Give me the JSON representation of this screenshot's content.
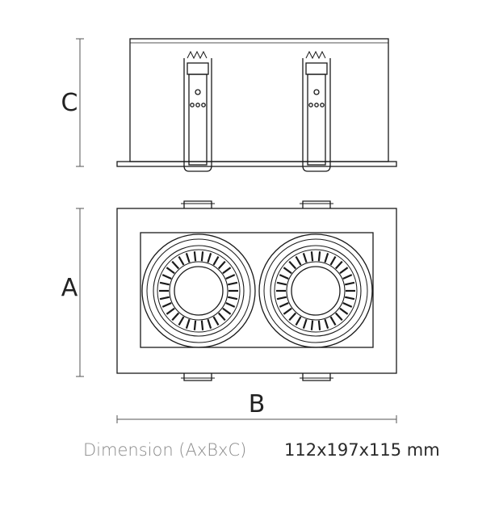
{
  "labels": {
    "height": "C",
    "width_a": "A",
    "length_b": "B"
  },
  "caption": {
    "label": "Dimension (AxBxC)",
    "value": "112x197x115 mm"
  },
  "colors": {
    "line": "#1a1a1a",
    "dim_line": "#555555",
    "label_text": "#8a8a8a",
    "value_text": "#2a2a2a"
  }
}
